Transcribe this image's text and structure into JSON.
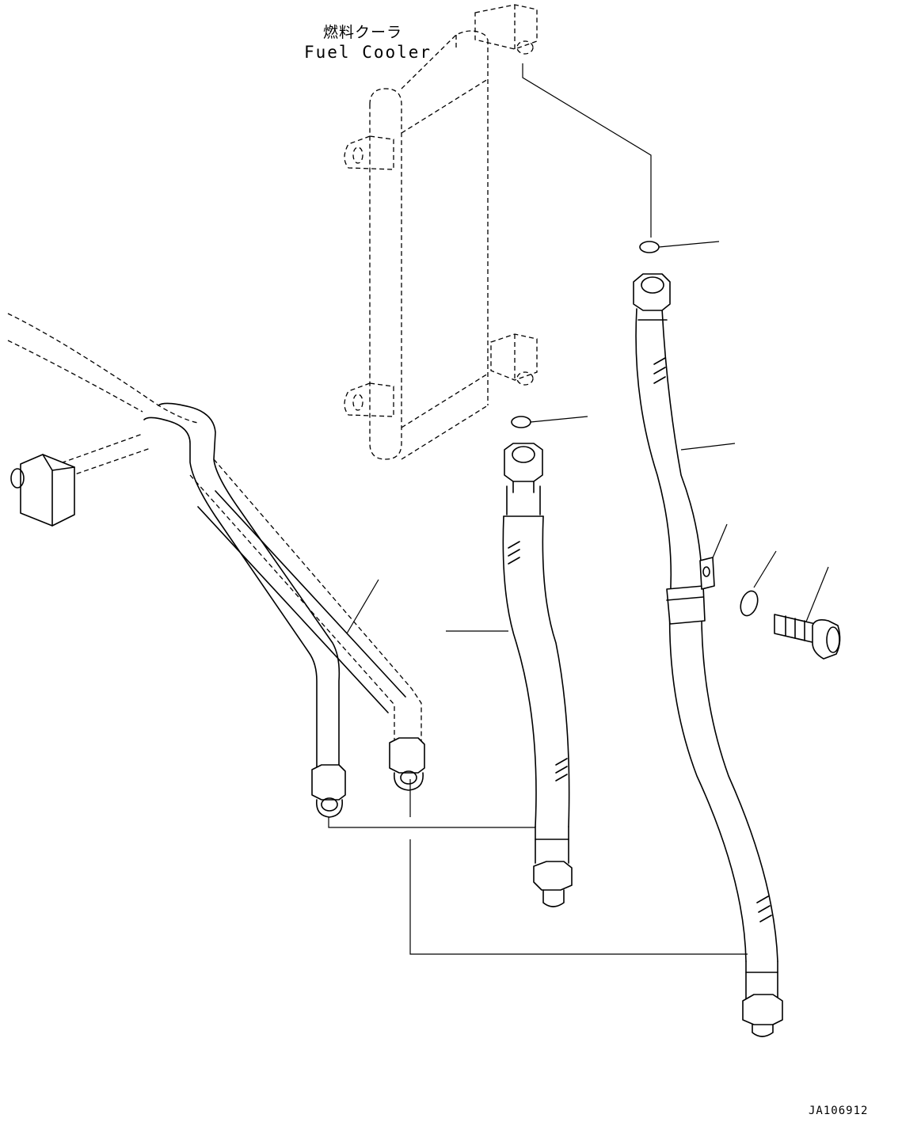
{
  "labels": {
    "component_jp": "燃料クーラ",
    "component_en": "Fuel Cooler",
    "drawing_code": "JA106912"
  },
  "parts": [
    {
      "icon": "fuel-cooler-icon"
    },
    {
      "icon": "o-ring-upper-icon"
    },
    {
      "icon": "o-ring-lower-icon"
    },
    {
      "icon": "hose-short-icon"
    },
    {
      "icon": "hose-long-icon"
    },
    {
      "icon": "clamp-icon"
    },
    {
      "icon": "washer-icon"
    },
    {
      "icon": "bolt-icon"
    },
    {
      "icon": "fuel-tubes-icon"
    }
  ]
}
